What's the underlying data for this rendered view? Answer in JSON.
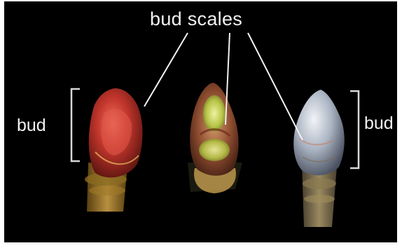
{
  "image": {
    "title_label": "bud scales",
    "left_label": "bud",
    "right_label": "bud",
    "caption": "",
    "colors": {
      "background": "#000000",
      "annotation": "#f2f2f2",
      "left_bud": "#b8322a",
      "middle_bud": "#9a5a3a",
      "middle_tip": "#c8d45a",
      "right_bud": "#b9c3cf"
    },
    "objects": [
      "red-bud",
      "green-tipped-bud",
      "silver-bud"
    ]
  }
}
